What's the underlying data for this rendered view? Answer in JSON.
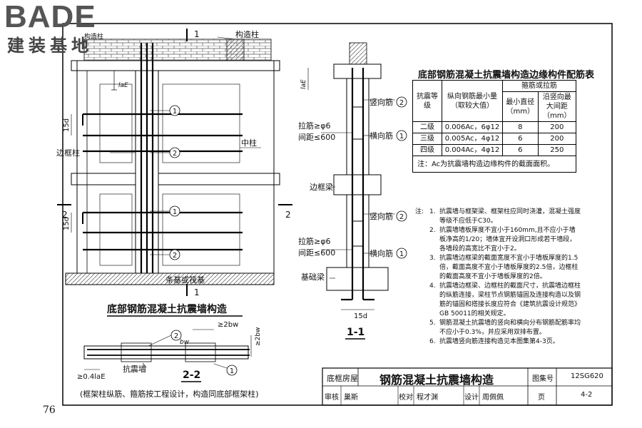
{
  "logo": {
    "main": "BADE",
    "sub": "建装基地"
  },
  "page_number": "76",
  "elevation": {
    "title": "底部钢筋混凝土抗震墙构造",
    "labels": {
      "gouzaozhu_top": "构造柱",
      "gouzaozhu": "构造柱",
      "bianKuangZhu": "边框柱",
      "zhongZhu": "中柱",
      "foundation": "条基或筏基",
      "lae": "laE",
      "fifteen_d_1": "15d",
      "fifteen_d_2": "15d",
      "sec1_top": "1",
      "sec1_bottom": "1",
      "sec2_left": "2",
      "sec2_right": "2"
    },
    "markers": [
      "1",
      "2",
      "1",
      "2"
    ]
  },
  "section11": {
    "title": "1-1",
    "labels": {
      "vertical_bar_1": "竖向筋",
      "horizontal_bar_1": "横向筋",
      "tie_1_a": "拉筋≥φ6",
      "tie_1_b": "间距≤600",
      "edge_beam": "边框梁",
      "vertical_bar_2": "竖向筋",
      "horizontal_bar_2": "横向筋",
      "tie_2_a": "拉筋≥φ6",
      "tie_2_b": "间距≤600",
      "foundation_beam": "基础梁",
      "lae": "laE",
      "fifteen_d": "15d"
    },
    "markers": [
      "2",
      "1",
      "2",
      "1"
    ]
  },
  "section22": {
    "title": "2-2",
    "labels": {
      "wall": "抗震墙",
      "lap": "≥0.4laE",
      "two_bw_top": "≥2bw",
      "two_bw_side": "≥2bw",
      "bw": "bw"
    },
    "markers": [
      "2",
      "1"
    ],
    "footnote": "(框架柱纵筋、箍筋按工程设计，构造同底部框架柱)"
  },
  "rebar_table": {
    "title": "底部钢筋混凝土抗震墙构造边缘构件配筋表",
    "headers": {
      "grade": "抗震等级",
      "long": "纵向钢筋最小量（取较大值）",
      "stirrup": "箍筋或拉筋",
      "min_dia": "最小直径（mm）",
      "max_spacing": "沿竖向最大间距（mm）"
    },
    "rows": [
      {
        "grade": "二级",
        "long": "0.006Ac，6φ12",
        "dia": "8",
        "spacing": "200"
      },
      {
        "grade": "三级",
        "long": "0.005Ac，4φ12",
        "dia": "6",
        "spacing": "200"
      },
      {
        "grade": "四级",
        "long": "0.004Ac，4φ12",
        "dia": "6",
        "spacing": "250"
      }
    ],
    "note": "注：Ac为抗震墙构造边缘构件的截面面积。"
  },
  "notes": {
    "label": "注:",
    "items": [
      {
        "no": "1.",
        "text": "抗震墙与框架梁、框架柱应同时浇灌，混凝土强度等级不应低于C30。"
      },
      {
        "no": "2.",
        "text": "抗震墙墙板厚度不宜小于160mm,且不应小于墙板净高的1/20；墙体宜开设洞口形成若干墙段，各墙段的高宽比不宜小于2。"
      },
      {
        "no": "3.",
        "text": "抗震墙边框梁的截面宽度不宜小于墙板厚度的1.5倍，截面高度不宜小于墙板厚度的2.5倍，边框柱的截面高度不宜小于墙板厚度的2倍。"
      },
      {
        "no": "4.",
        "text": "抗震墙边框梁、边框柱的截面尺寸，抗震墙边框柱的纵筋连接，梁柱节点钢筋锚固及连接构造以及钢筋的锚固和搭接长度应符合《建筑抗震设计规范》GB 50011的相关规定。"
      },
      {
        "no": "5.",
        "text": "钢筋混凝土抗震墙的竖向和横向分布钢筋配筋率均不应小于0.3%，并应采用双排布置。"
      },
      {
        "no": "6.",
        "text": "抗震墙竖向筋连接构造见本图集第4-3页。"
      }
    ]
  },
  "title_block": {
    "category": "底框房屋",
    "title": "钢筋混凝土抗震墙构造",
    "atlas_label": "图集号",
    "atlas_no": "12SG620",
    "review_label": "审核",
    "reviewer": "巢斯",
    "check_label": "校对",
    "checker": "程才渊",
    "design_label": "设计",
    "designer": "周佩佩",
    "page_label": "页",
    "page_no": "4-2"
  }
}
